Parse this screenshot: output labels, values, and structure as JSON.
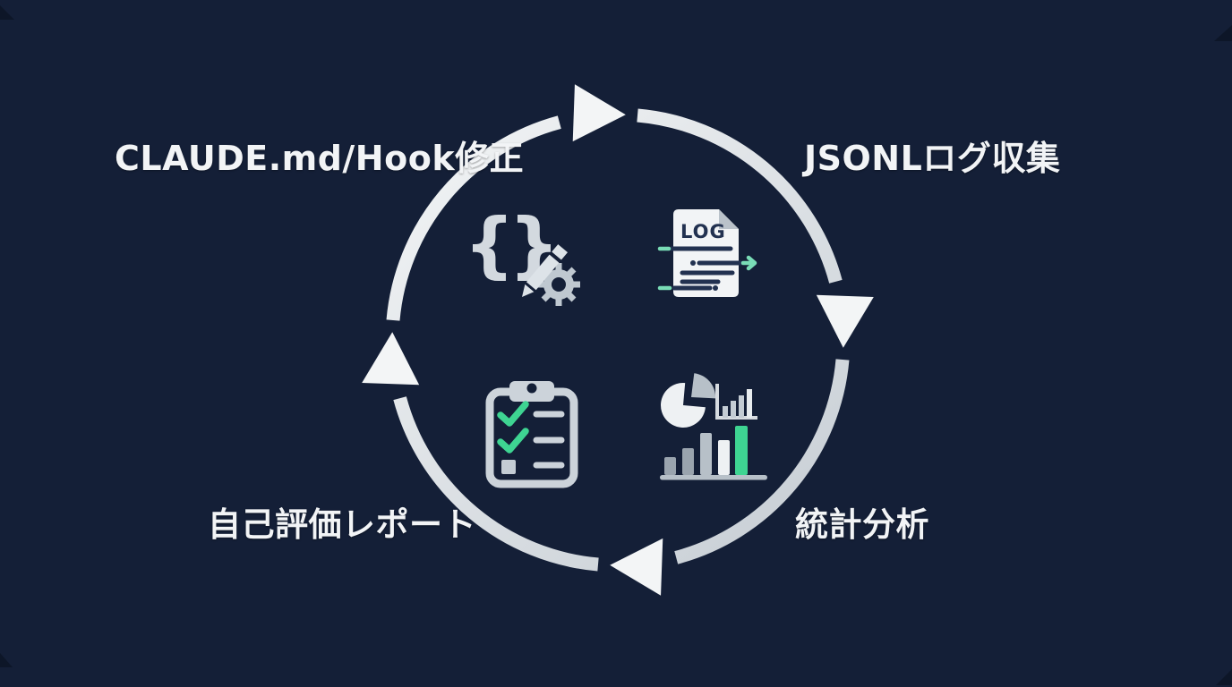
{
  "diagram_name": "improvement-cycle-diagram",
  "stages": [
    {
      "label": "CLAUDE.md/Hook修正",
      "icon": "code-edit-icon",
      "position": "top-left"
    },
    {
      "label": "JSONLログ収集",
      "icon": "log-document-icon",
      "position": "top-right"
    },
    {
      "label": "統計分析",
      "icon": "analytics-chart-icon",
      "position": "bottom-right"
    },
    {
      "label": "自己評価レポート",
      "icon": "checklist-clipboard-icon",
      "position": "bottom-left"
    }
  ],
  "icons": {
    "log_text": "LOG",
    "brace_open": "{",
    "brace_close": "}"
  },
  "colors": {
    "background": "#141f37",
    "arc_light": "#f3f5f6",
    "arc_gray": "#c8ced5",
    "label_text": "#f2f4f6",
    "icon_light": "#dde3e8",
    "icon_gray": "#b7c0c8",
    "doc_white": "#f2f4f6",
    "doc_line_dark": "#223150",
    "accent_green": "#3ed492",
    "accent_teal": "#79dcb6"
  },
  "cycle_direction": "clockwise"
}
